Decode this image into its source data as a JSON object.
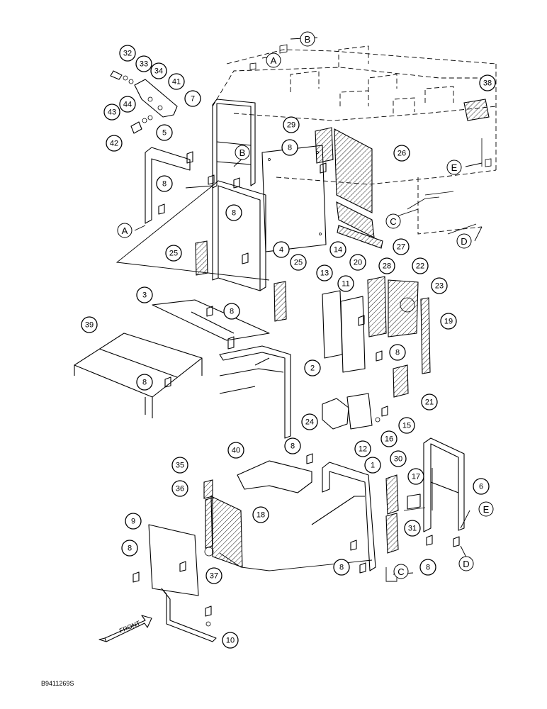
{
  "callouts": [
    "1",
    "2",
    "3",
    "4",
    "5",
    "6",
    "7",
    "8",
    "9",
    "10",
    "11",
    "12",
    "13",
    "14",
    "15",
    "16",
    "17",
    "18",
    "19",
    "20",
    "21",
    "22",
    "23",
    "24",
    "25",
    "26",
    "27",
    "28",
    "29",
    "30",
    "31",
    "32",
    "33",
    "34",
    "35",
    "36",
    "37",
    "38",
    "39",
    "40",
    "41",
    "42",
    "43",
    "44"
  ],
  "refs": [
    "A",
    "B",
    "C",
    "D",
    "E"
  ],
  "front_label": "FRONT",
  "drawing_number": "B9411269S"
}
